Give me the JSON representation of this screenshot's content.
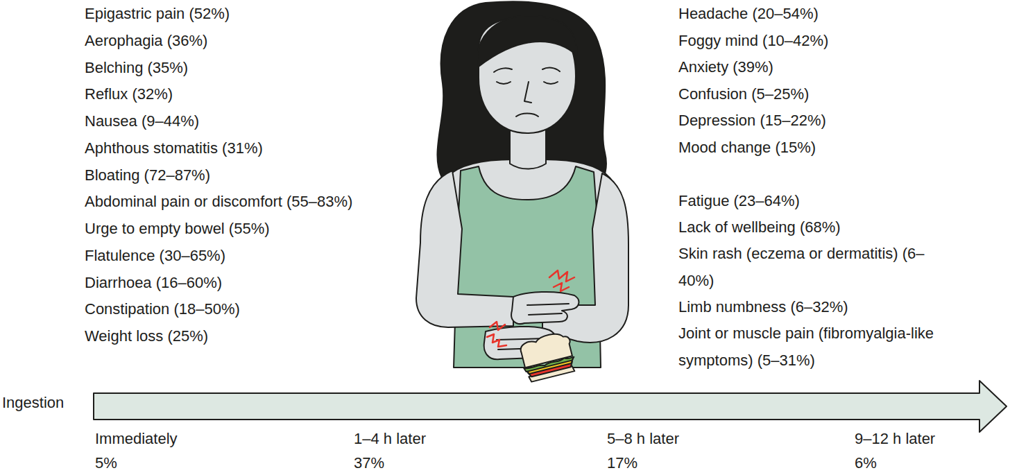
{
  "diagram": {
    "labels": [
      "Epigastric pain (52%)",
      "Aerophagia (36%)",
      "Belching (35%)",
      "Reflux (32%)",
      "Nausea (9–44%)",
      "Aphthous stomatitis (31%)",
      "Bloating (72–87%)",
      "Abdominal pain or discomfort (55–83%)",
      "Urge to empty bowel (55%)",
      "Flatulence (30–65%)",
      "Diarrhoea (16–60%)",
      "Constipation (18–50%)",
      "Weight loss (25%)",
      "Headache (20–54%)",
      "Foggy mind (10–42%)",
      "Anxiety (39%)",
      "Confusion (5–25%)",
      "Depression (15–22%)",
      "Mood change (15%)",
      "Fatigue (23–64%)",
      "Lack of wellbeing (68%)",
      "Skin rash (eczema or dermatitis) (6–40%)",
      "Limb numbness (6–32%)",
      "Joint or muscle pain (fibromyalgia-like symptoms) (5–31%)",
      "Ingestion",
      "Immediately",
      "5%",
      "1–4 h later",
      "37%",
      "5–8 h later",
      "17%",
      "9–12 h later",
      "6%"
    ]
  }
}
